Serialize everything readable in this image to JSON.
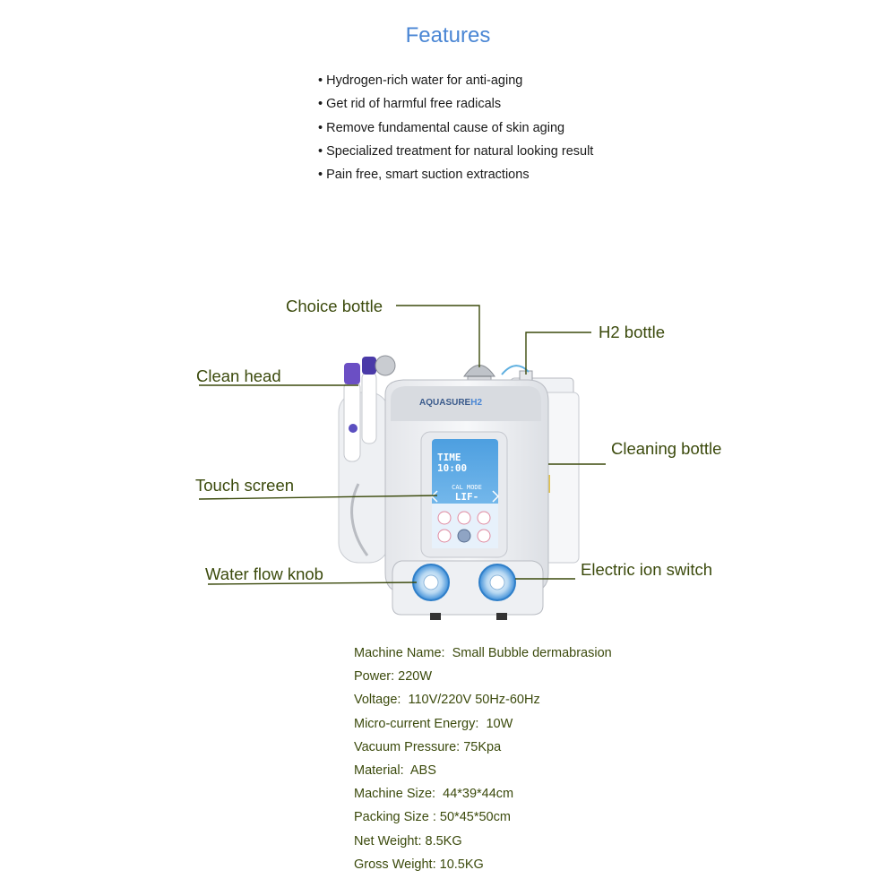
{
  "title": "Features",
  "features": [
    "Hydrogen-rich water for anti-aging",
    "Get rid of harmful free radicals",
    "Remove fundamental cause of skin aging",
    "Specialized treatment for natural looking result",
    "Pain free, smart suction extractions"
  ],
  "callouts": {
    "choice_bottle": "Choice bottle",
    "h2_bottle": "H2 bottle",
    "clean_head": "Clean head",
    "cleaning_bottle": "Cleaning bottle",
    "touch_screen": "Touch screen",
    "water_flow_knob": "Water flow knob",
    "electric_ion_switch": "Electric ion switch"
  },
  "device": {
    "brand": "AQUASURE",
    "brand_suffix": "H2",
    "screen_time_label": "TIME",
    "screen_time_value": "10:00",
    "screen_mode_label": "CAL MODE",
    "screen_mode_value": "LIF-"
  },
  "specs": [
    {
      "label": "Machine Name:",
      "value": "  Small Bubble dermabrasion"
    },
    {
      "label": "Power:",
      "value": " 220W"
    },
    {
      "label": "Voltage:",
      "value": "  110V/220V 50Hz-60Hz"
    },
    {
      "label": "Micro-current Energy:",
      "value": "  10W"
    },
    {
      "label": "Vacuum Pressure:",
      "value": " 75Kpa"
    },
    {
      "label": "Material:",
      "value": "  ABS"
    },
    {
      "label": "Machine Size:",
      "value": "  44*39*44cm"
    },
    {
      "label": "Packing Size :",
      "value": " 50*45*50cm"
    },
    {
      "label": "Net Weight:",
      "value": " 8.5KG"
    },
    {
      "label": "Gross Weight:",
      "value": " 10.5KG"
    }
  ],
  "colors": {
    "title": "#4a86d4",
    "callout_text": "#3b4a0c",
    "device_body": "#f2f3f5",
    "screen": "#5aa8e6"
  }
}
